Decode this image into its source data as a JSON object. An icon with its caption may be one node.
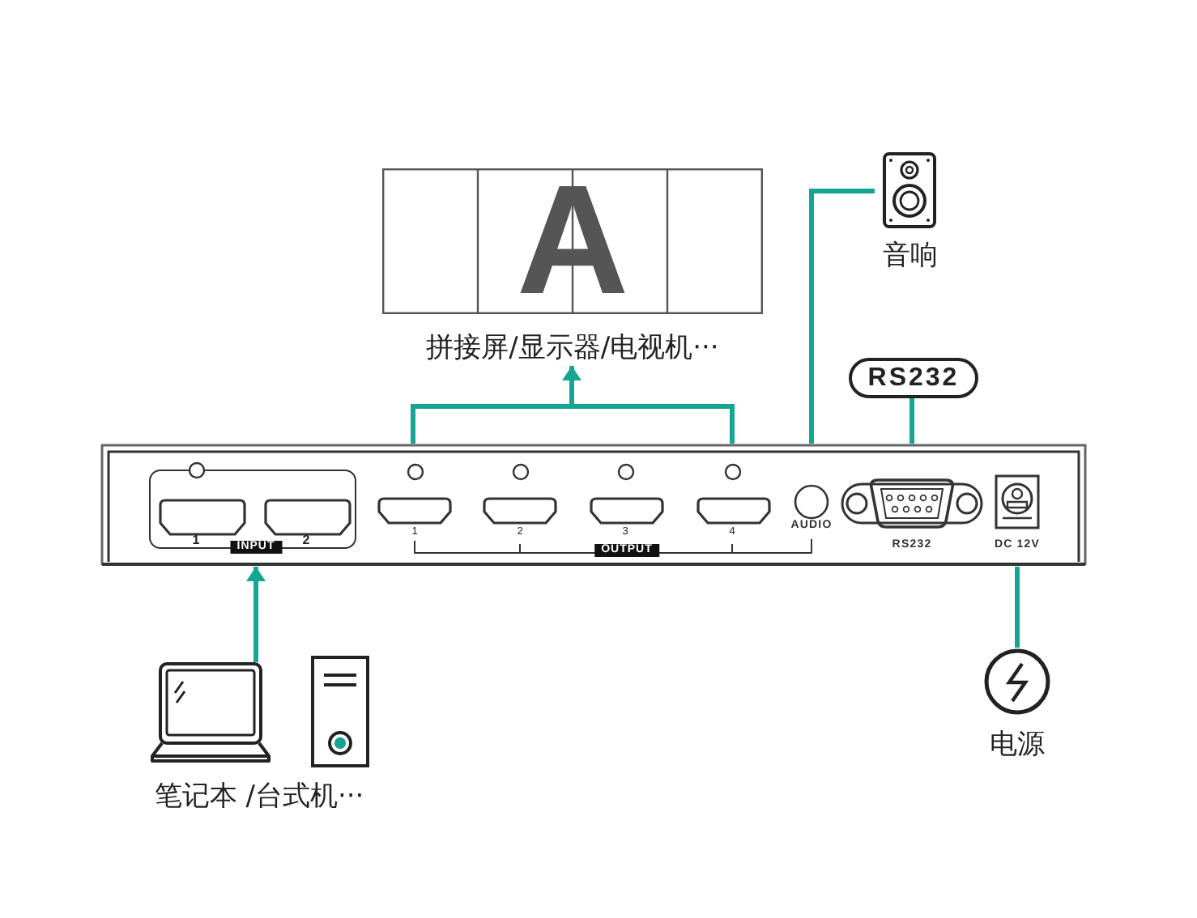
{
  "diagram": {
    "nodes": [
      {
        "text": [
          "A"
        ],
        "beside": [
          "拼接屏/显示器/电视机···"
        ]
      },
      {
        "text": [],
        "shape": "picture",
        "beside": [
          "音响"
        ]
      },
      {
        "text": [
          "RS232"
        ]
      },
      {
        "text": [
          "1",
          "2",
          "INPUT",
          "1",
          "2",
          "3",
          "4",
          "OUTPUT",
          "AUDIO",
          "RS232",
          "DC 12V"
        ]
      },
      {
        "text": [],
        "shape": "picture"
      },
      {
        "text": [],
        "shape": "picture"
      },
      {
        "text": [],
        "shape": "picture",
        "beside": [
          "电源"
        ]
      }
    ],
    "edges": [
      {
        "from": 3,
        "to": 0,
        "arrow": "to"
      },
      {
        "from": 3,
        "to": 1,
        "arrow": "none"
      },
      {
        "from": 3,
        "to": 2,
        "arrow": "none"
      },
      {
        "from": 4,
        "to": 3,
        "arrow": "to"
      },
      {
        "from": 6,
        "to": 3,
        "arrow": "none"
      }
    ],
    "labels": [
      "笔记本 /台式机···"
    ]
  }
}
